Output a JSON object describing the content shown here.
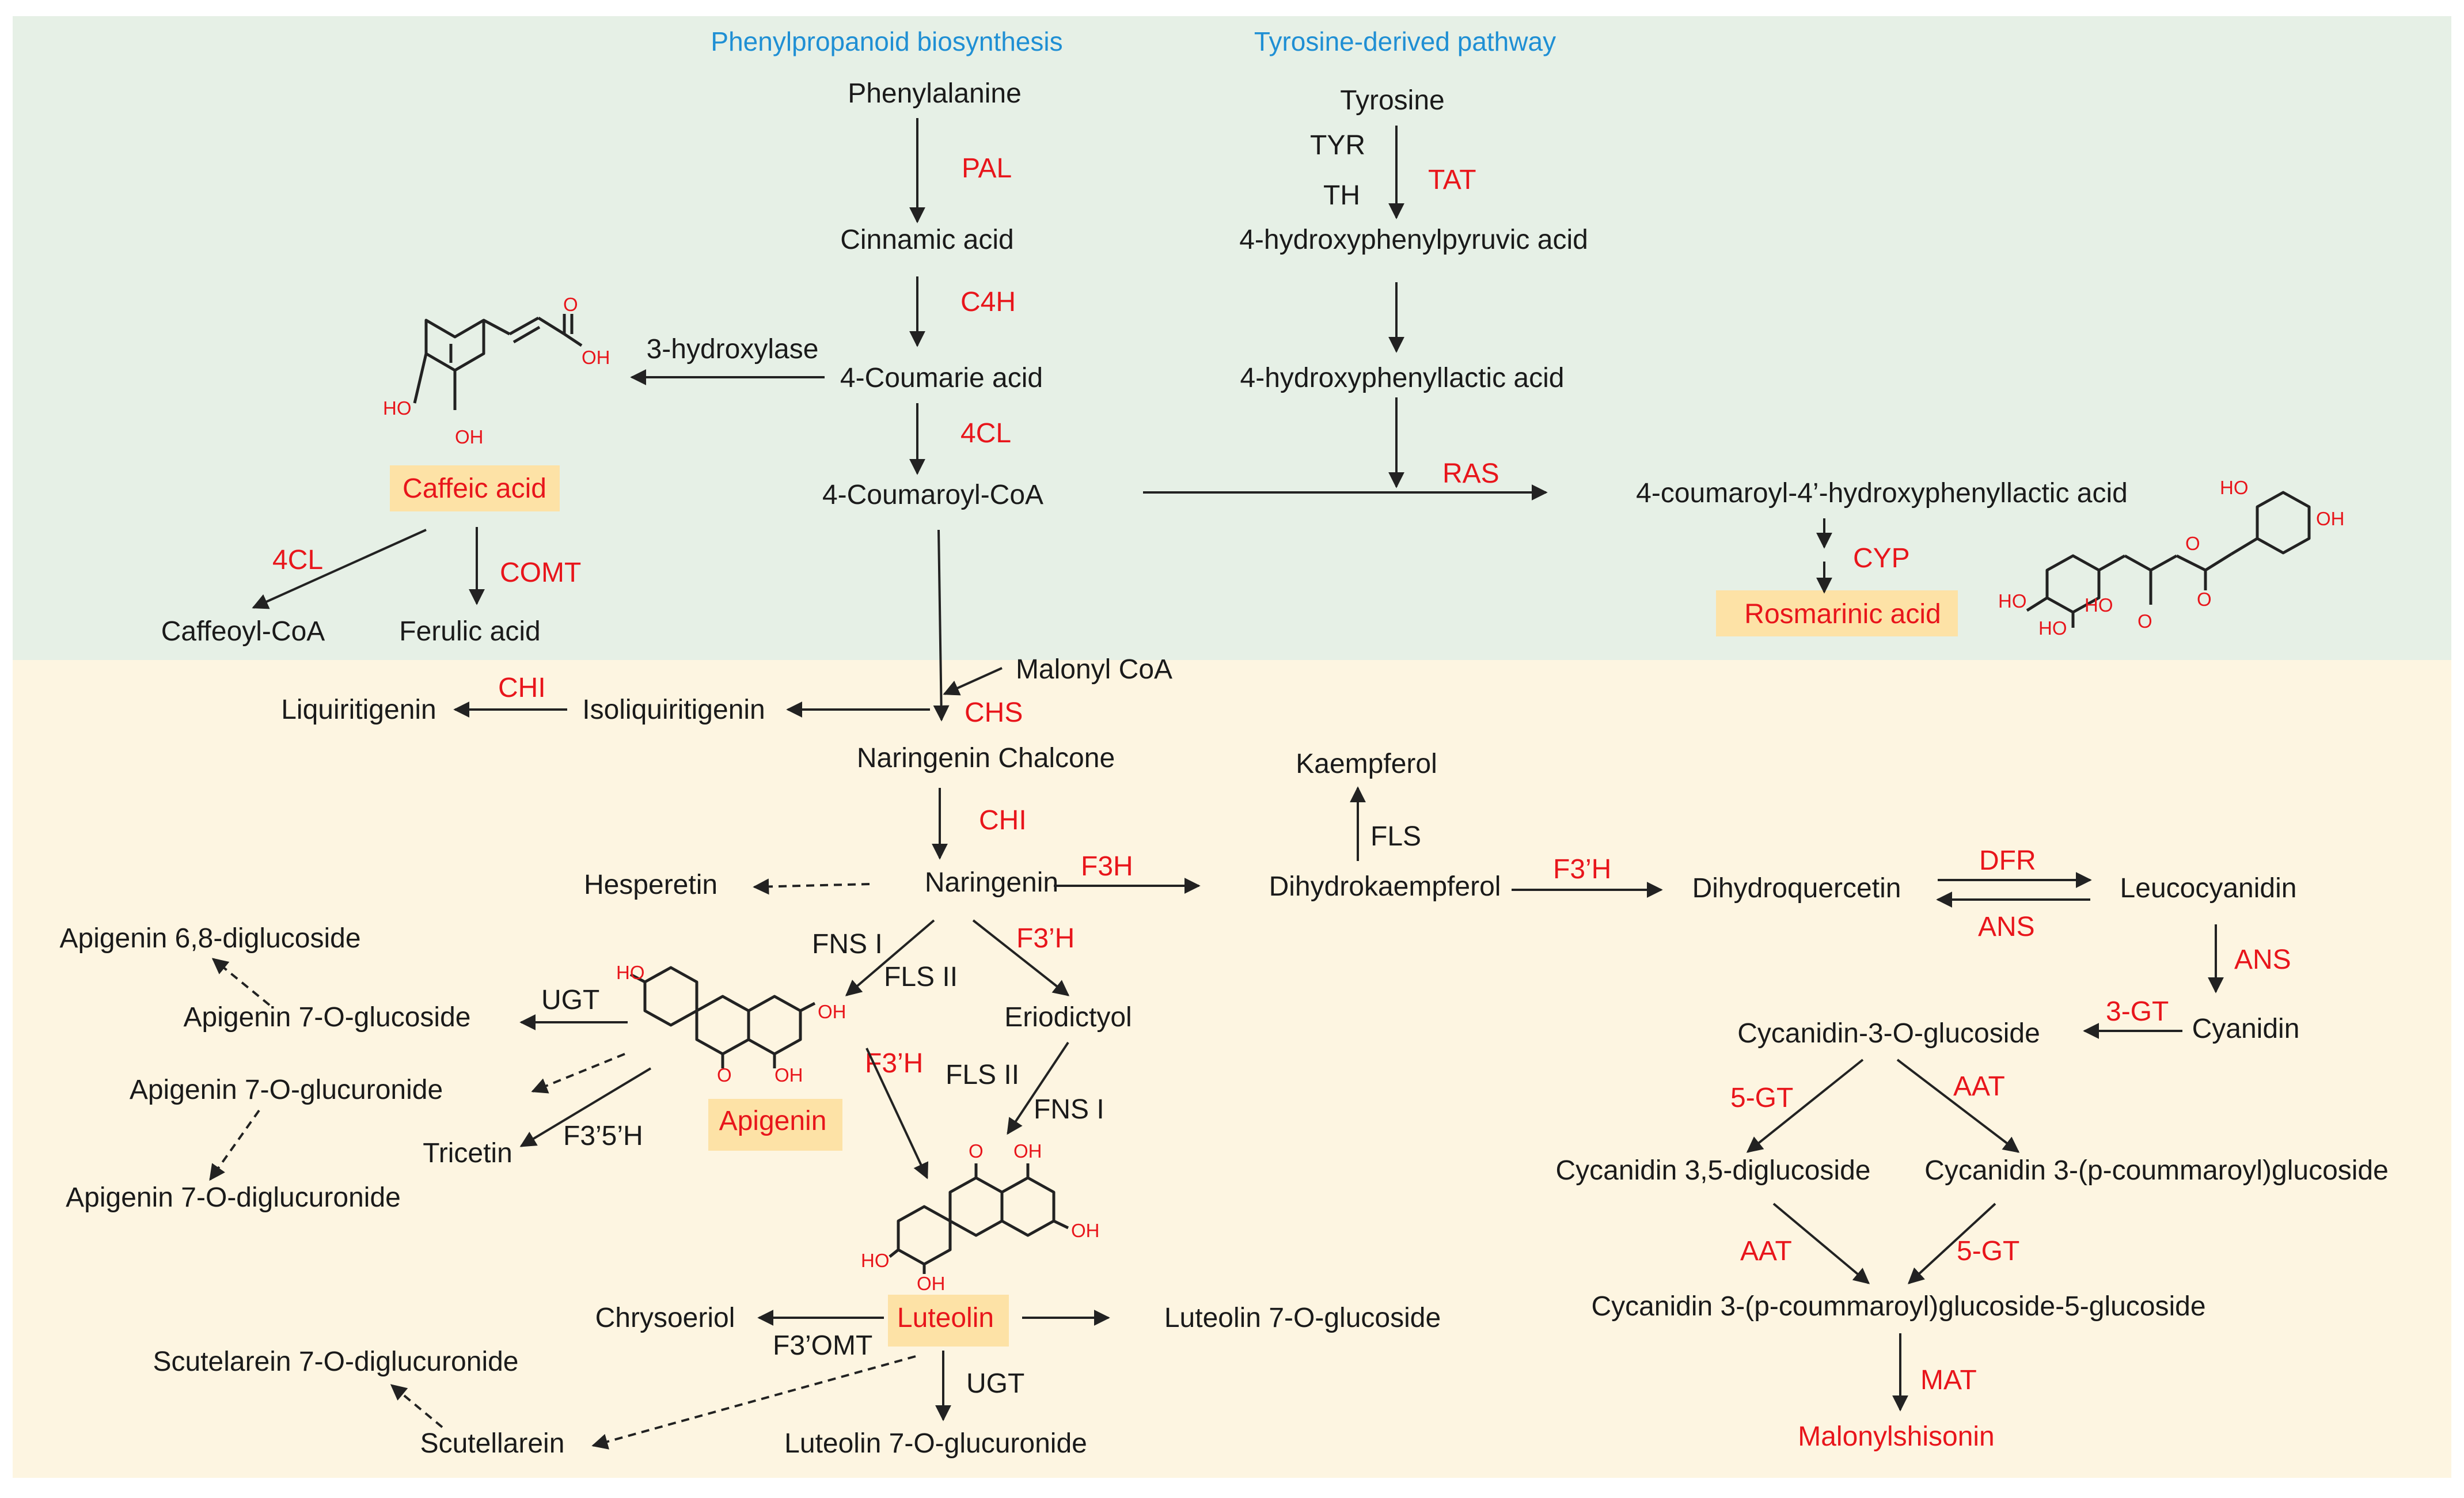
{
  "colors": {
    "upper_panel": "#e6f0e6",
    "lower_panel": "#fdf5e1",
    "enzyme": "#e8151b",
    "heading": "#1f8fd4",
    "highlight": "#fde2a6"
  },
  "headings": {
    "phenylpropanoid": "Phenylpropanoid biosynthesis",
    "tyrosine": "Tyrosine-derived pathway"
  },
  "compounds": {
    "phenylalanine": "Phenylalanine",
    "cinnamic": "Cinnamic acid",
    "coumaric": "4-Coumarie acid",
    "coumaroyl_coa": "4-Coumaroyl-CoA",
    "caffeic": "Caffeic acid",
    "caffeoyl_coa": "Caffeoyl-CoA",
    "ferulic": "Ferulic acid",
    "tyrosine": "Tyrosine",
    "hppa": "4-hydroxyphenylpyruvic acid",
    "hpla": "4-hydroxyphenyllactic acid",
    "coumaroyl_hpla": "4-coumaroyl-4’-hydroxyphenyllactic acid",
    "rosmarinic": "Rosmarinic acid",
    "malonyl": "Malonyl CoA",
    "liquiritigenin": "Liquiritigenin",
    "isoliquiritigenin": "Isoliquiritigenin",
    "naringenin_chalcone": "Naringenin Chalcone",
    "naringenin": "Naringenin",
    "hesperetin": "Hesperetin",
    "kaempferol": "Kaempferol",
    "dihydrokaempferol": "Dihydrokaempferol",
    "dihydroquercetin": "Dihydroquercetin",
    "leucocyanidin": "Leucocyanidin",
    "cyanidin": "Cyanidin",
    "cyc3og": "Cycanidin-3-O-glucoside",
    "cyc35": "Cycanidin 3,5-diglucoside",
    "cyc3p": "Cycanidin 3-(p-coummaroyl)glucoside",
    "cyc3p5": "Cycanidin 3-(p-coummaroyl)glucoside-5-glucoside",
    "malonylshisonin": "Malonylshisonin",
    "api68": "Apigenin 6,8-diglucoside",
    "api7og": "Apigenin 7-O-glucoside",
    "api7ogu": "Apigenin 7-O-glucuronide",
    "api7odg": "Apigenin 7-O-diglucuronide",
    "tricetin": "Tricetin",
    "apigenin": "Apigenin",
    "eriodictyol": "Eriodictyol",
    "luteolin": "Luteolin",
    "chrysoeriol": "Chrysoeriol",
    "lut7og": "Luteolin 7-O-glucoside",
    "lut7ogu": "Luteolin 7-O-glucuronide",
    "scut7odg": "Scutelarein 7-O-diglucuronide",
    "scutellarein": "Scutellarein"
  },
  "enzymes": {
    "pal": "PAL",
    "c4h": "C4H",
    "4cl_main": "4CL",
    "4cl_caffeic": "4CL",
    "comt": "COMT",
    "tat": "TAT",
    "ras": "RAS",
    "cyp": "CYP",
    "chi_liq": "CHI",
    "chs": "CHS",
    "chi": "CHI",
    "f3h": "F3H",
    "f3ph_nar": "F3’H",
    "f3ph_dhk": "F3’H",
    "f3ph_api": "F3’H",
    "dfr": "DFR",
    "ans_back": "ANS",
    "ans": "ANS",
    "gt3": "3-GT",
    "gt5_a": "5-GT",
    "aat_a": "AAT",
    "aat_b": "AAT",
    "gt5_b": "5-GT",
    "mat": "MAT"
  },
  "other_labels": {
    "hydroxylase": "3-hydroxylase",
    "tyr": "TYR",
    "th": "TH",
    "fls": "FLS",
    "fns1_a": "FNS I",
    "fls2_a": "FLS II",
    "fls2_b": "FLS II",
    "fns1_b": "FNS I",
    "ugt_api": "UGT",
    "f35h": "F3’5’H",
    "f3omt": "F3’OMT",
    "ugt_lut": "UGT"
  },
  "structure_labels": {
    "caffeic": [
      "O",
      "OH",
      "HO",
      "OH"
    ],
    "rosmarinic": [
      "HO",
      "OH",
      "HO",
      "HO",
      "O",
      "HO",
      "O",
      "O"
    ],
    "apigenin": [
      "HO",
      "OH",
      "OH",
      "O"
    ],
    "luteolin": [
      "O",
      "OH",
      "OH",
      "HO",
      "OH"
    ]
  }
}
